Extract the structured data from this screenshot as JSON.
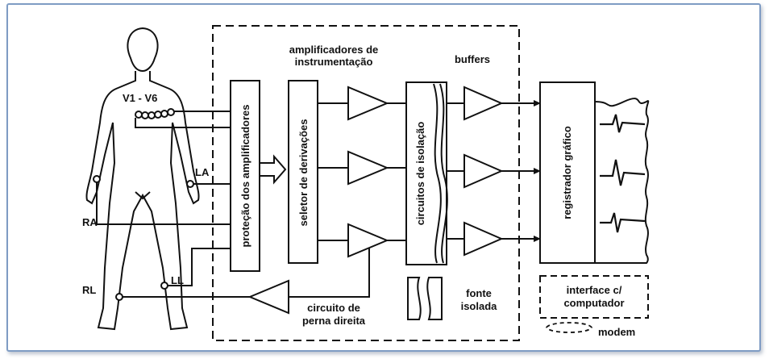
{
  "diagram": {
    "labels": {
      "v1_v6": "V1 - V6",
      "la": "LA",
      "ra": "RA",
      "ll": "LL",
      "rl": "RL",
      "amp_title_line1": "amplificadores de",
      "amp_title_line2": "instrumentação",
      "buffers": "buffers",
      "protecao": "proteção dos amplificadores",
      "seletor": "seletor de derivações",
      "isolacao": "circuitos de isolação",
      "registrador": "registrador gráfico",
      "fonte_line1": "fonte",
      "fonte_line2": "isolada",
      "interface_line1": "interface c/",
      "interface_line2": "computador",
      "circuito_line1": "circuito de",
      "circuito_line2": "perna direita",
      "modem": "modem"
    }
  }
}
